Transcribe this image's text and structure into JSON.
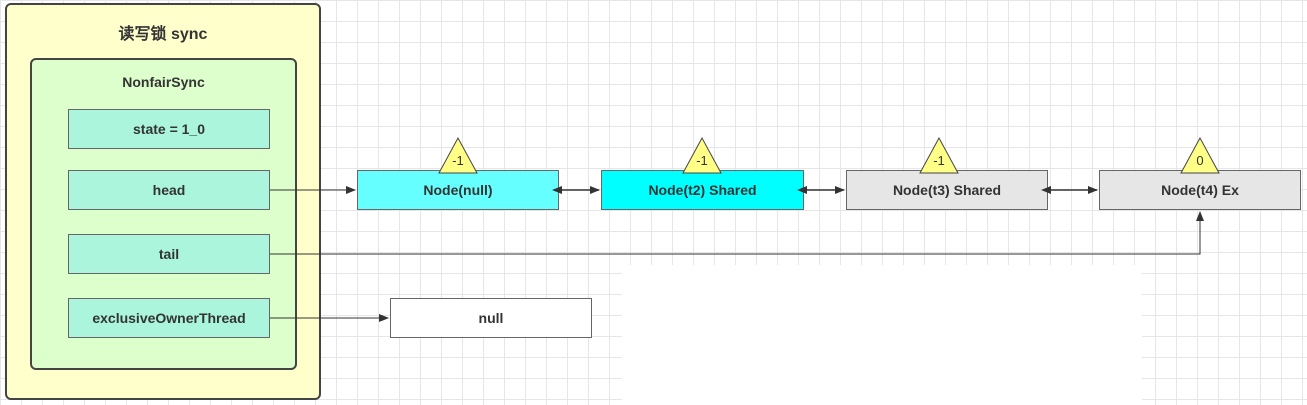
{
  "sync": {
    "title": "读写锁 sync",
    "inner_title": "NonfairSync",
    "fields": [
      "state = 1_0",
      "head",
      "tail",
      "exclusiveOwnerThread"
    ]
  },
  "nodes": [
    {
      "label": "Node(null)",
      "waitStatus": "-1",
      "color": "#66ffff"
    },
    {
      "label": "Node(t2) Shared",
      "waitStatus": "-1",
      "color": "#00ffff"
    },
    {
      "label": "Node(t3) Shared",
      "waitStatus": "-1",
      "color": "#e6e6e6"
    },
    {
      "label": "Node(t4) Ex",
      "waitStatus": "0",
      "color": "#e6e6e6"
    }
  ],
  "owner_value": "null",
  "colors": {
    "outer_fill": "#ffffcc",
    "inner_fill": "#ddffcc",
    "field_fill": "#aaf5dc",
    "triangle_fill": "#ffff88"
  }
}
